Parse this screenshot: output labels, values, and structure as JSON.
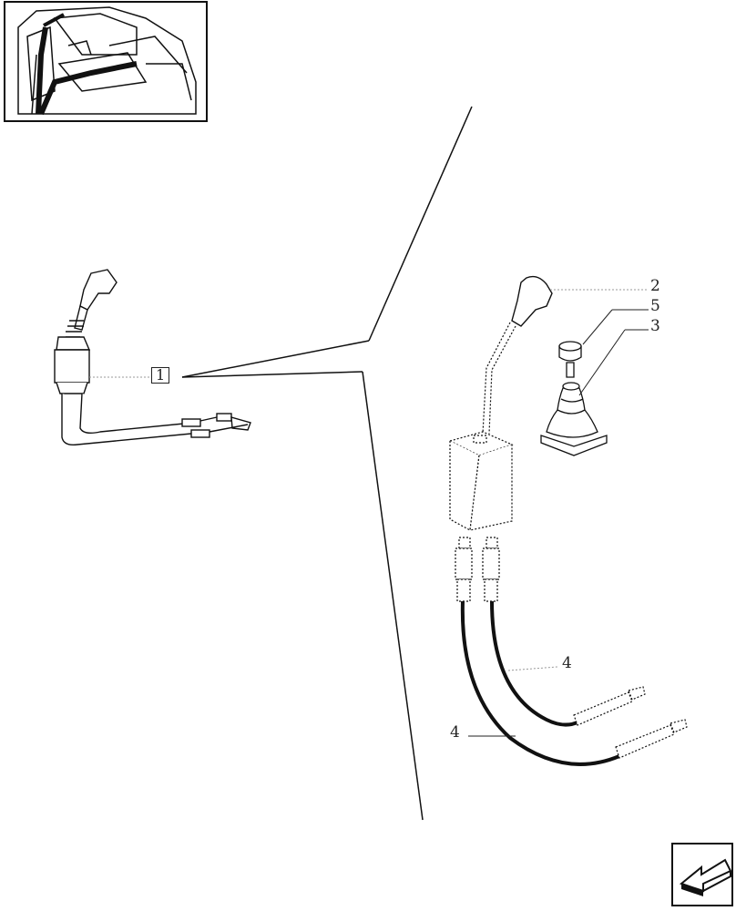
{
  "callouts": {
    "c1": "1",
    "c2": "2",
    "c5": "5",
    "c3": "3",
    "c4_upper": "4",
    "c4_lower": "4"
  },
  "icons": {
    "thumbnail": "tractor-cab-locator-icon",
    "nav": "previous-page-arrow-icon"
  },
  "colors": {
    "ink": "#1a1a1a",
    "leader": "#999999"
  }
}
